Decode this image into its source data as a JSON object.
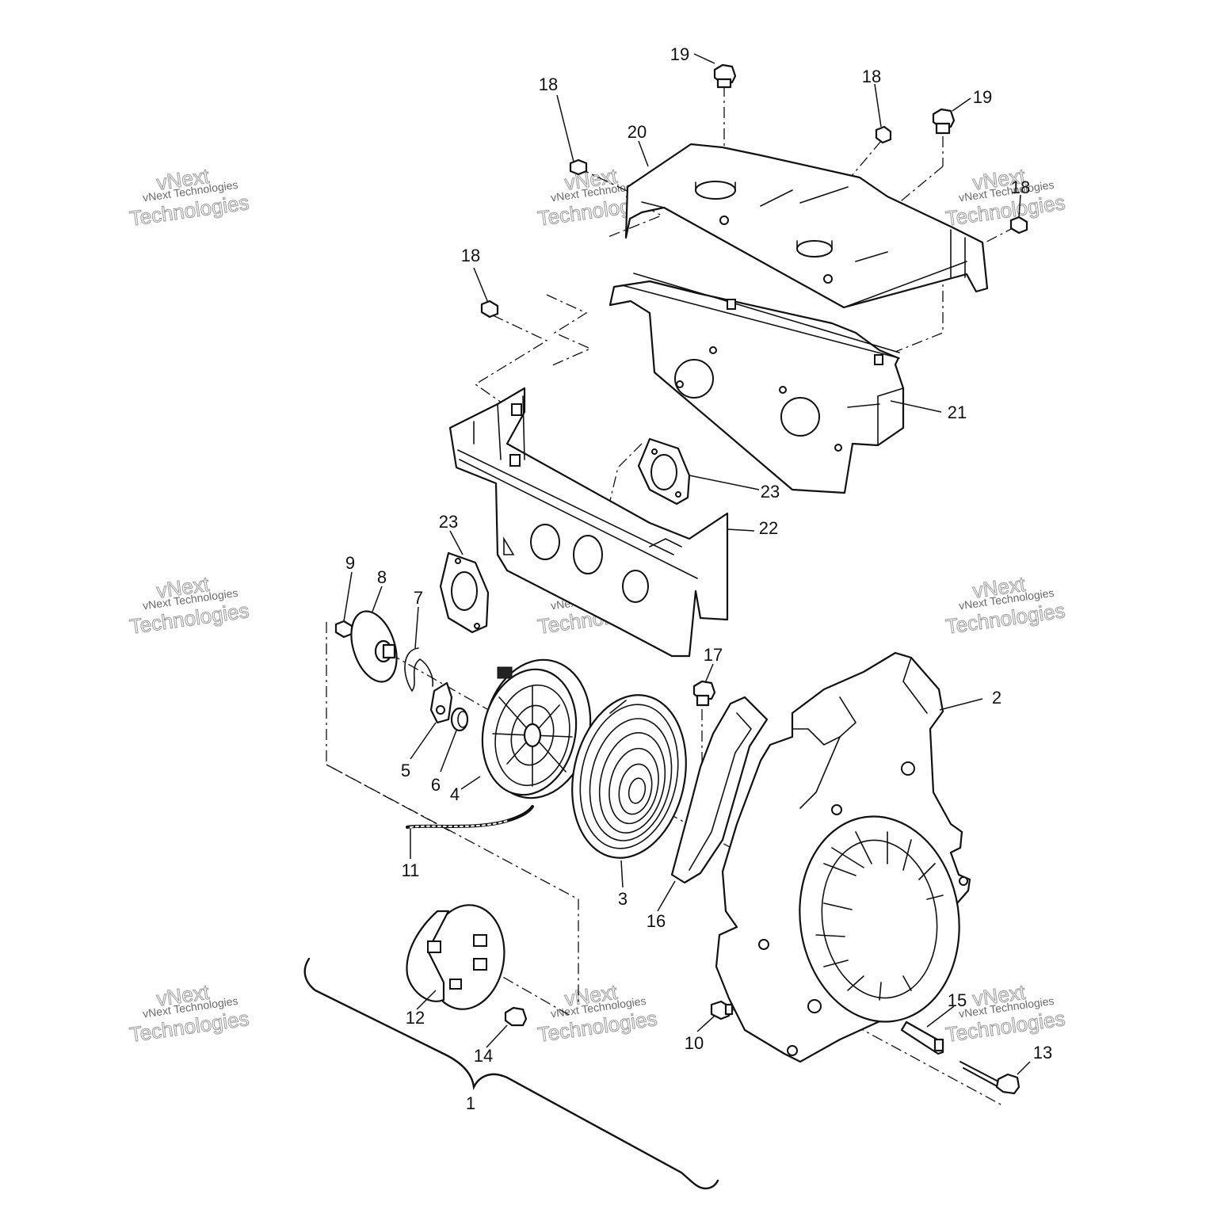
{
  "diagram": {
    "callouts": [
      "19",
      "18",
      "18",
      "19",
      "20",
      "18",
      "18",
      "21",
      "23",
      "23",
      "22",
      "9",
      "8",
      "7",
      "5",
      "6",
      "4",
      "17",
      "2",
      "11",
      "3",
      "16",
      "12",
      "14",
      "10",
      "15",
      "13",
      "1"
    ]
  },
  "watermark": {
    "line1": "vNext",
    "line2": "Technologies",
    "caption": "vNext Technologies"
  }
}
